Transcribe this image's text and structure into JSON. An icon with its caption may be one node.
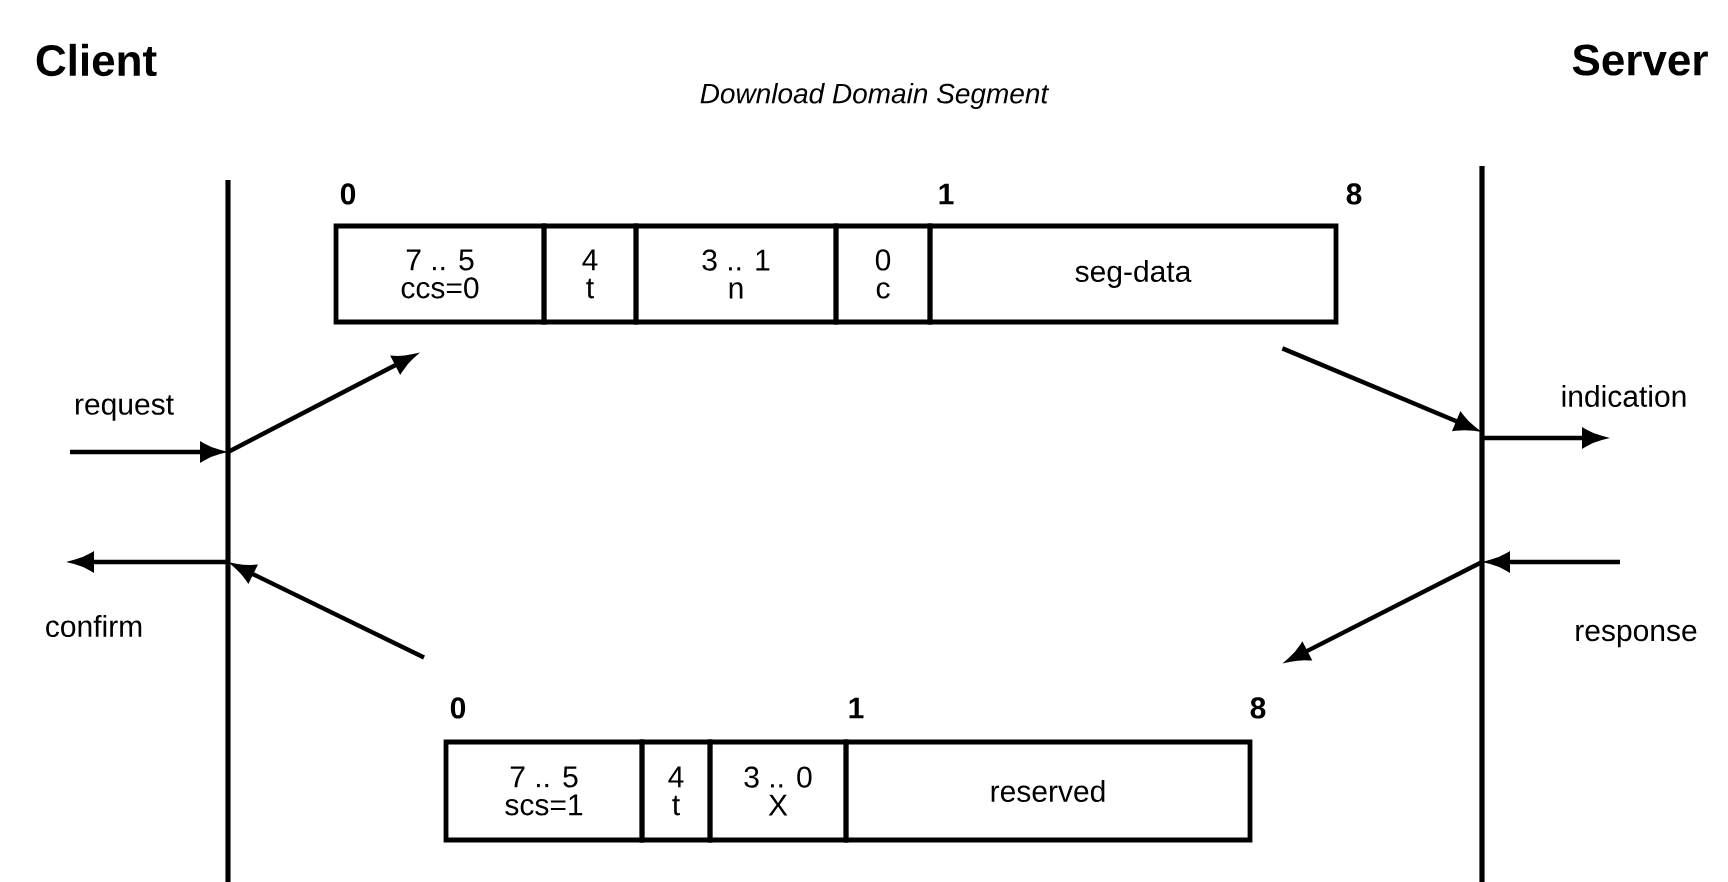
{
  "diagram": {
    "title": "Download Domain Segment",
    "nodes": [
      {
        "text": [],
        "shape": "bar"
      },
      {
        "text": [],
        "shape": "bar"
      },
      {
        "text": [
          "7 .. 5",
          "ccs=0"
        ]
      },
      {
        "text": [
          "4",
          "t"
        ]
      },
      {
        "text": [
          "3 .. 1",
          "n"
        ]
      },
      {
        "text": [
          "0",
          "c"
        ]
      },
      {
        "text": [
          "seg-data"
        ]
      },
      {
        "text": [
          "7 .. 5",
          "scs=1"
        ]
      },
      {
        "text": [
          "4",
          "t"
        ]
      },
      {
        "text": [
          "3 .. 0",
          "X"
        ]
      },
      {
        "text": [
          "reserved"
        ]
      },
      {
        "text": [
          "request"
        ]
      },
      {
        "text": [
          "indication"
        ]
      },
      {
        "text": [
          "confirm"
        ]
      },
      {
        "text": [
          "response"
        ]
      }
    ],
    "edges": [
      {
        "from": 11,
        "to": 0,
        "arrow": "to"
      },
      {
        "from": 0,
        "to": 2,
        "arrow": "to"
      },
      {
        "from": 6,
        "to": 1,
        "arrow": "to"
      },
      {
        "from": 1,
        "to": 12,
        "arrow": "to"
      },
      {
        "from": 14,
        "to": 1,
        "arrow": "to"
      },
      {
        "from": 1,
        "to": 10,
        "arrow": "to"
      },
      {
        "from": 7,
        "to": 0,
        "arrow": "to"
      },
      {
        "from": 0,
        "to": 13,
        "arrow": "to"
      }
    ],
    "labels": [
      "Client",
      "Server",
      "0",
      "1",
      "8",
      "0",
      "1",
      "8"
    ]
  }
}
